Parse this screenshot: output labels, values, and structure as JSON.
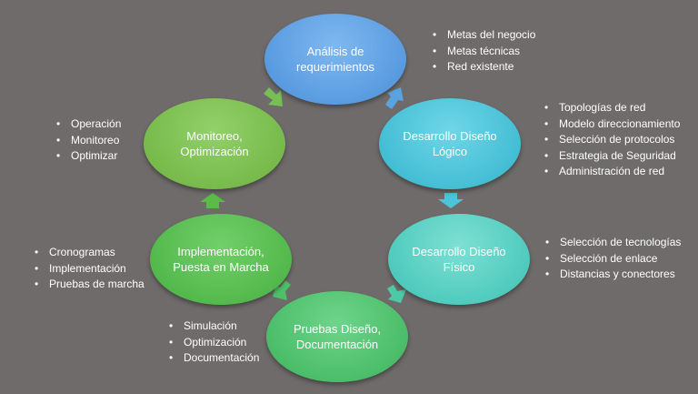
{
  "nodes": {
    "analisis": "Análisis de\nrequerimientos",
    "logico": "Desarrollo Diseño\nLógico",
    "fisico": "Desarrollo Diseño\nFísico",
    "pruebas": "Pruebas Diseño,\nDocumentación",
    "implementacion": "Implementación,\nPuesta en Marcha",
    "monitoreo": "Monitoreo,\nOptimización"
  },
  "lists": {
    "analisis": [
      "Metas del negocio",
      "Metas técnicas",
      "Red existente"
    ],
    "logico": [
      "Topologías de red",
      "Modelo direccionamiento",
      "Selección de protocolos",
      "Estrategia de Seguridad",
      "Administración de red"
    ],
    "fisico": [
      "Selección de tecnologías",
      "Selección de enlace",
      "Distancias y conectores"
    ],
    "pruebas": [
      "Simulación",
      "Optimización",
      "Documentación"
    ],
    "implementacion": [
      "Cronogramas",
      "Implementación",
      "Pruebas de marcha"
    ],
    "monitoreo": [
      "Operación",
      "Monitoreo",
      "Optimizar"
    ]
  },
  "colors": {
    "background": "#6e6b6a",
    "analisis": "#4a8fd9",
    "logico": "#33b4cc",
    "fisico": "#3cc2b4",
    "pruebas": "#3db45c",
    "implementacion": "#47b040",
    "monitoreo": "#6cb23f"
  }
}
